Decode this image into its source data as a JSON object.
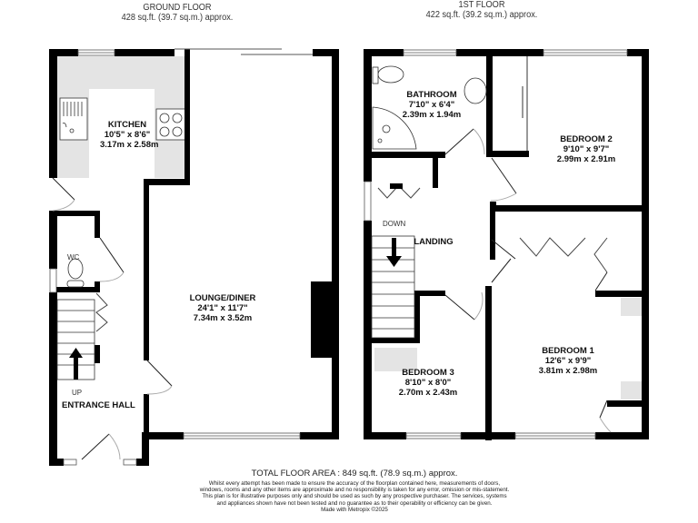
{
  "ground_floor": {
    "title": "GROUND FLOOR",
    "area": "428 sq.ft. (39.7 sq.m.) approx.",
    "rooms": [
      {
        "name": "KITCHEN",
        "imperial": "10'5\"  x 8'6\"",
        "metric": "3.17m  x 2.58m"
      },
      {
        "name": "LOUNGE/DINER",
        "imperial": "24'1\"  x 11'7\"",
        "metric": "7.34m  x 3.52m"
      },
      {
        "name": "WC"
      },
      {
        "name": "ENTRANCE HALL"
      }
    ],
    "stair_label": "UP"
  },
  "first_floor": {
    "title": "1ST FLOOR",
    "area": "422 sq.ft. (39.2 sq.m.) approx.",
    "rooms": [
      {
        "name": "BATHROOM",
        "imperial": "7'10\"  x 6'4\"",
        "metric": "2.39m  x 1.94m"
      },
      {
        "name": "BEDROOM 2",
        "imperial": "9'10\"  x 9'7\"",
        "metric": "2.99m  x 2.91m"
      },
      {
        "name": "LANDING"
      },
      {
        "name": "BEDROOM 3",
        "imperial": "8'10\"  x 8'0\"",
        "metric": "2.70m  x 2.43m"
      },
      {
        "name": "BEDROOM 1",
        "imperial": "12'6\"  x 9'9\"",
        "metric": "3.81m  x 2.98m"
      }
    ],
    "stair_label": "DOWN"
  },
  "footer": {
    "total": "TOTAL FLOOR AREA : 849 sq.ft. (78.9 sq.m.) approx.",
    "disclaimer": "Whilst every attempt has been made to ensure the accuracy of the floorplan contained here, measurements of doors, windows, rooms and any other items are approximate and no responsibility is taken for any error, omission or mis-statement. This plan is for illustrative purposes only and should be used as such by any prospective purchaser. The services, systems and appliances shown have not been tested and no guarantee as to their operability or efficiency can be given.",
    "made_with": "Made with Metropix ©2025"
  },
  "colors": {
    "wall": "#000000",
    "fitted_unit": "#e4e4e4",
    "background": "#ffffff"
  }
}
